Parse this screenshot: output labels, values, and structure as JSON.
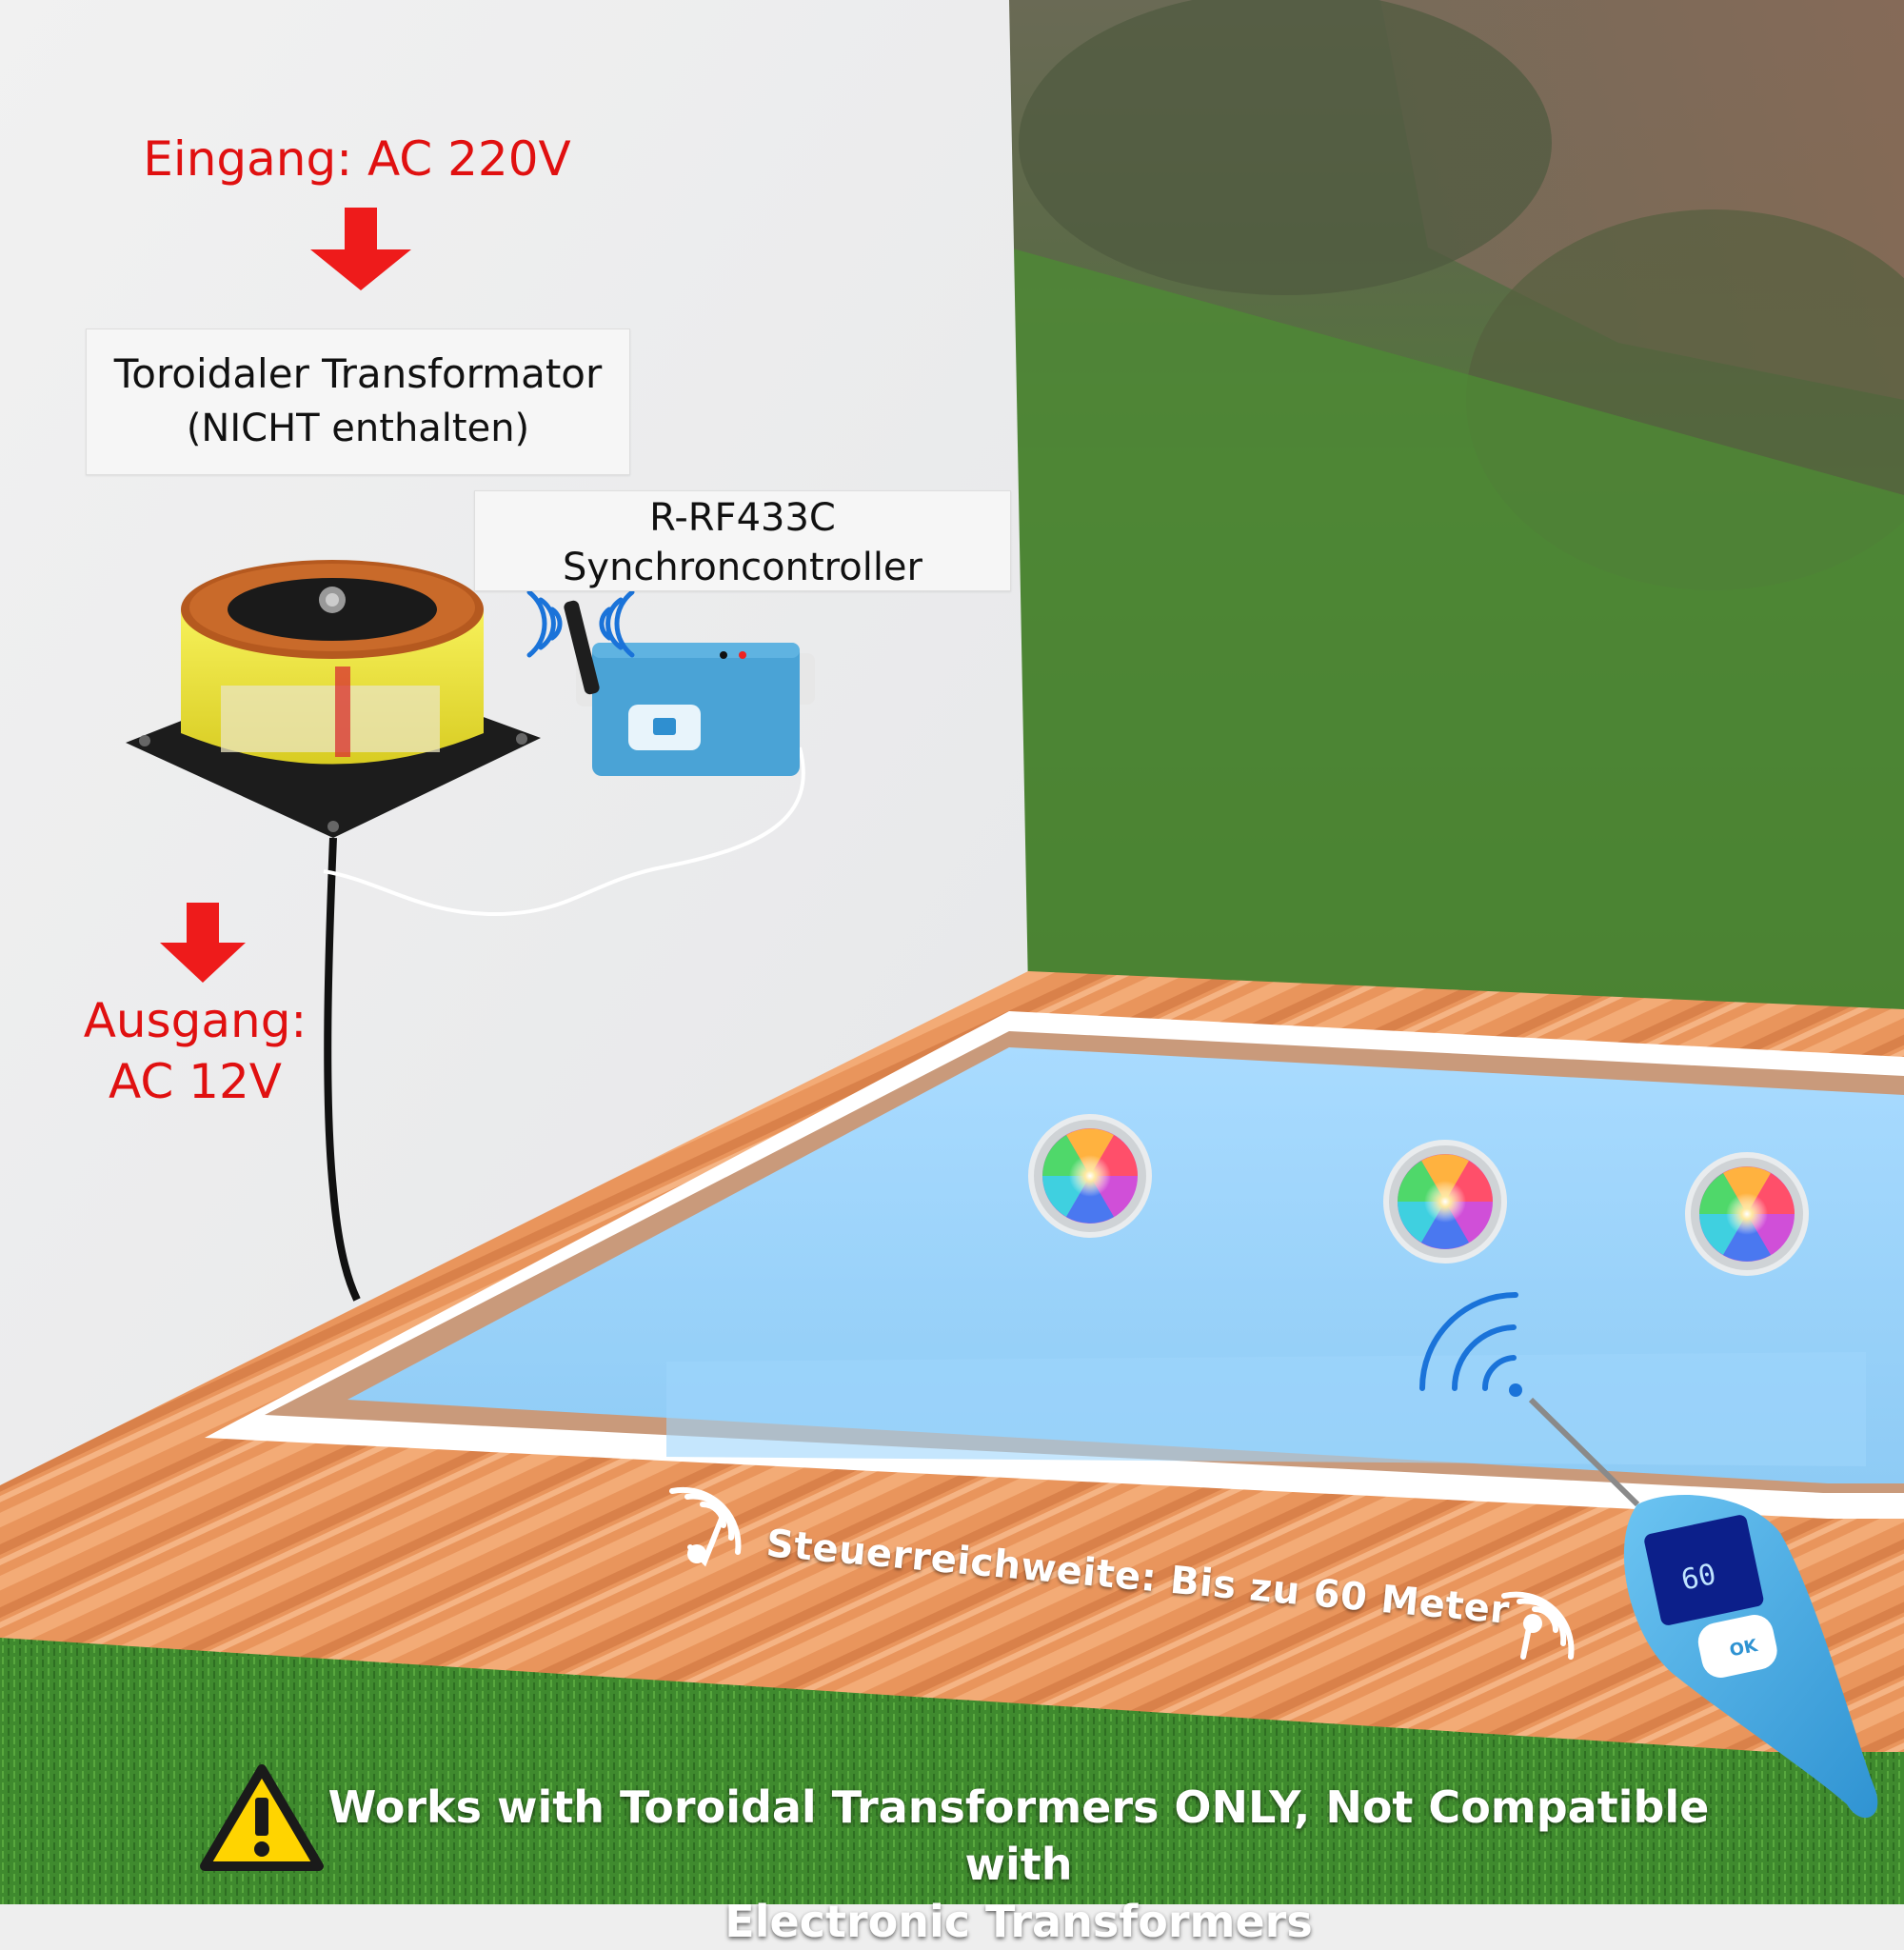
{
  "input_label": "Eingang: AC 220V",
  "transformer_box": {
    "line1": "Toroidaler Transformator",
    "line2": "(NICHT enthalten)"
  },
  "controller_box": {
    "line1": "R-RF433C",
    "line2": "Synchroncontroller"
  },
  "output_label": {
    "line1": "Ausgang:",
    "line2": "AC 12V"
  },
  "range_text": "Steuerreichweite: Bis zu 60 Meter",
  "warning": {
    "line1": "Works with Toroidal Transformers ONLY, Not Compatible with",
    "line2": "Electronic Transformers"
  },
  "device_buttons": {
    "ok": "OK"
  },
  "colors": {
    "label_red": "#e01010",
    "arrow_red": "#ee1b1b",
    "signal_blue": "#1a73d9",
    "pool_water": "#aee0ff",
    "deck_wood": "#e8935a",
    "warning_yellow": "#ffd400"
  },
  "icons": [
    "down-arrow-icon",
    "signal-waves-icon",
    "touch-signal-icon",
    "warning-triangle-icon"
  ]
}
